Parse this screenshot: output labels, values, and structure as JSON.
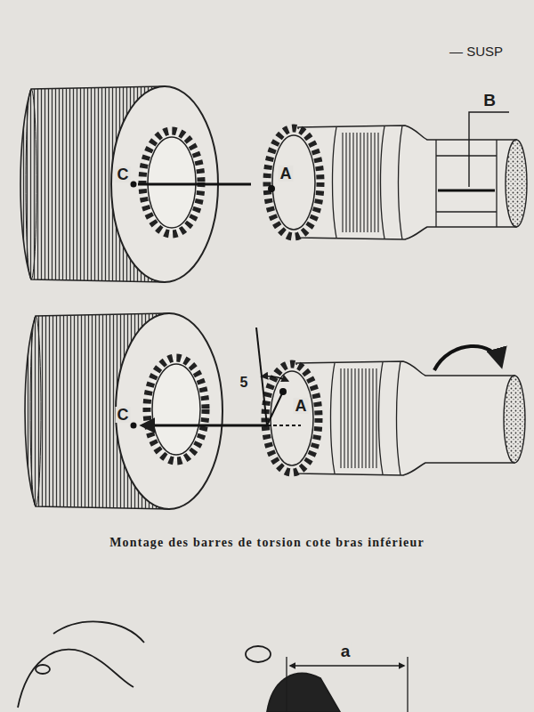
{
  "diagram": {
    "caption": "Montage des barres de torsion cote bras inférieur",
    "labels": [
      "— SUSP",
      "B",
      "C",
      "A",
      "C",
      "5",
      "A",
      "a"
    ]
  }
}
